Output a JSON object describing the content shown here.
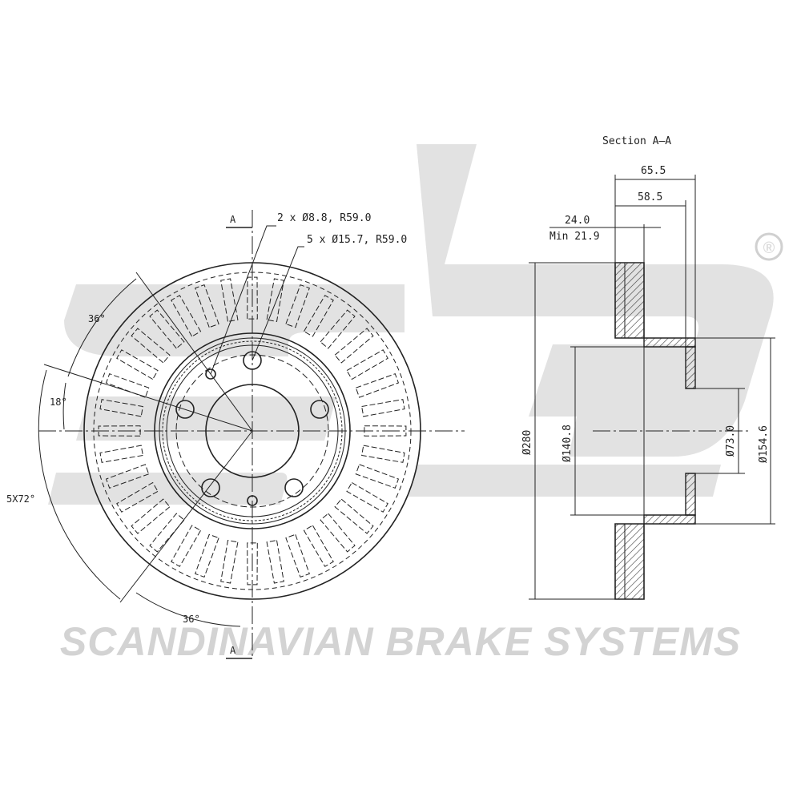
{
  "watermark": {
    "logo_text": "sbs",
    "registered_mark": "®",
    "company_name": "SCANDINAVIAN BRAKE SYSTEMS"
  },
  "front_view": {
    "section_marker_top": "A",
    "section_marker_bottom": "A",
    "small_holes_callout": "2 x Ø8.8, R59.0",
    "bolt_holes_callout": "5 x Ø15.7, R59.0",
    "angle_upper": "36°",
    "angle_small": "18°",
    "bolt_pattern": "5X72°",
    "angle_lower": "36°"
  },
  "section_view": {
    "title": "Section A–A",
    "overall_height": "65.5",
    "hat_height": "58.5",
    "thickness": "24.0",
    "min_thickness": "Min 21.9",
    "outer_diameter": "Ø280",
    "hat_inner_diameter": "Ø140.8",
    "center_bore_diameter": "Ø73.0",
    "hat_outer_diameter": "Ø154.6"
  }
}
